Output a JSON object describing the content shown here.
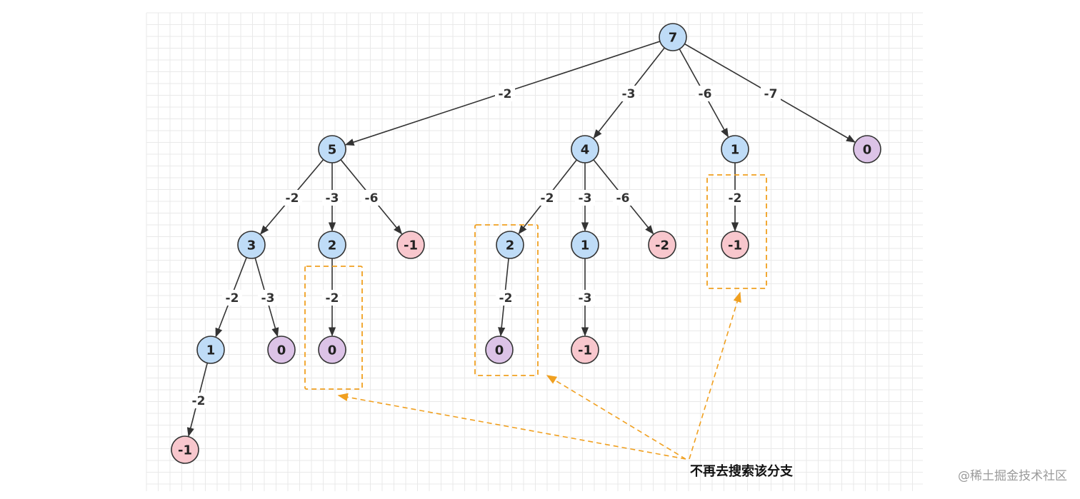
{
  "colors": {
    "grid": "#e9e9e9",
    "edge": "#333333",
    "node_stroke": "#333333",
    "positive_fill": "#bfdcf7",
    "zero_fill": "#dcc3e7",
    "negative_fill": "#f8c7cd",
    "highlight": "#f0a020"
  },
  "tree": {
    "nodes": [
      {
        "id": "n7",
        "value": "7",
        "kind": "positive"
      },
      {
        "id": "n5",
        "value": "5",
        "kind": "positive"
      },
      {
        "id": "n4",
        "value": "4",
        "kind": "positive"
      },
      {
        "id": "n1a",
        "value": "1",
        "kind": "positive"
      },
      {
        "id": "n0a",
        "value": "0",
        "kind": "zero"
      },
      {
        "id": "n3",
        "value": "3",
        "kind": "positive"
      },
      {
        "id": "n2a",
        "value": "2",
        "kind": "positive"
      },
      {
        "id": "nm1a",
        "value": "-1",
        "kind": "negative"
      },
      {
        "id": "n2b",
        "value": "2",
        "kind": "positive"
      },
      {
        "id": "n1b",
        "value": "1",
        "kind": "positive"
      },
      {
        "id": "nm2",
        "value": "-2",
        "kind": "negative"
      },
      {
        "id": "nm1b",
        "value": "-1",
        "kind": "negative"
      },
      {
        "id": "n1c",
        "value": "1",
        "kind": "positive"
      },
      {
        "id": "n0b",
        "value": "0",
        "kind": "zero"
      },
      {
        "id": "n0c",
        "value": "0",
        "kind": "zero"
      },
      {
        "id": "n0d",
        "value": "0",
        "kind": "zero"
      },
      {
        "id": "nm1c",
        "value": "-1",
        "kind": "negative"
      },
      {
        "id": "nm1d",
        "value": "-1",
        "kind": "negative"
      }
    ],
    "edges": [
      {
        "from": "n7",
        "to": "n5",
        "label": "-2"
      },
      {
        "from": "n7",
        "to": "n4",
        "label": "-3"
      },
      {
        "from": "n7",
        "to": "n1a",
        "label": "-6"
      },
      {
        "from": "n7",
        "to": "n0a",
        "label": "-7"
      },
      {
        "from": "n5",
        "to": "n3",
        "label": "-2"
      },
      {
        "from": "n5",
        "to": "n2a",
        "label": "-3"
      },
      {
        "from": "n5",
        "to": "nm1a",
        "label": "-6"
      },
      {
        "from": "n4",
        "to": "n2b",
        "label": "-2"
      },
      {
        "from": "n4",
        "to": "n1b",
        "label": "-3"
      },
      {
        "from": "n4",
        "to": "nm2",
        "label": "-6"
      },
      {
        "from": "n1a",
        "to": "nm1b",
        "label": "-2"
      },
      {
        "from": "n3",
        "to": "n1c",
        "label": "-2"
      },
      {
        "from": "n3",
        "to": "n0b",
        "label": "-3"
      },
      {
        "from": "n2a",
        "to": "n0c",
        "label": "-2"
      },
      {
        "from": "n2b",
        "to": "n0d",
        "label": "-2"
      },
      {
        "from": "n1b",
        "to": "nm1c",
        "label": "-3"
      },
      {
        "from": "n1c",
        "to": "nm1d",
        "label": "-2"
      }
    ]
  },
  "annotation": {
    "text": "不再去搜索该分支",
    "boxes": [
      "n2a-branch",
      "n2b-branch",
      "n1a-branch"
    ]
  },
  "watermark": "@稀土掘金技术社区"
}
